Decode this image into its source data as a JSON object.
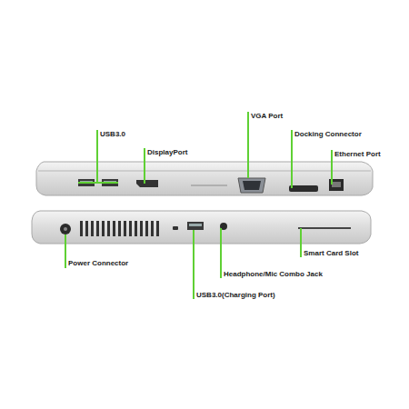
{
  "diagram": {
    "labels": [
      "USB3.0",
      "DisplayPort",
      "VGA Port",
      "Docking Connector",
      "Ethernet Port",
      "Power Connector",
      "Headphone/Mic Combo Jack",
      "USB3.0(Charging Port)",
      "Smart Card Slot"
    ]
  }
}
